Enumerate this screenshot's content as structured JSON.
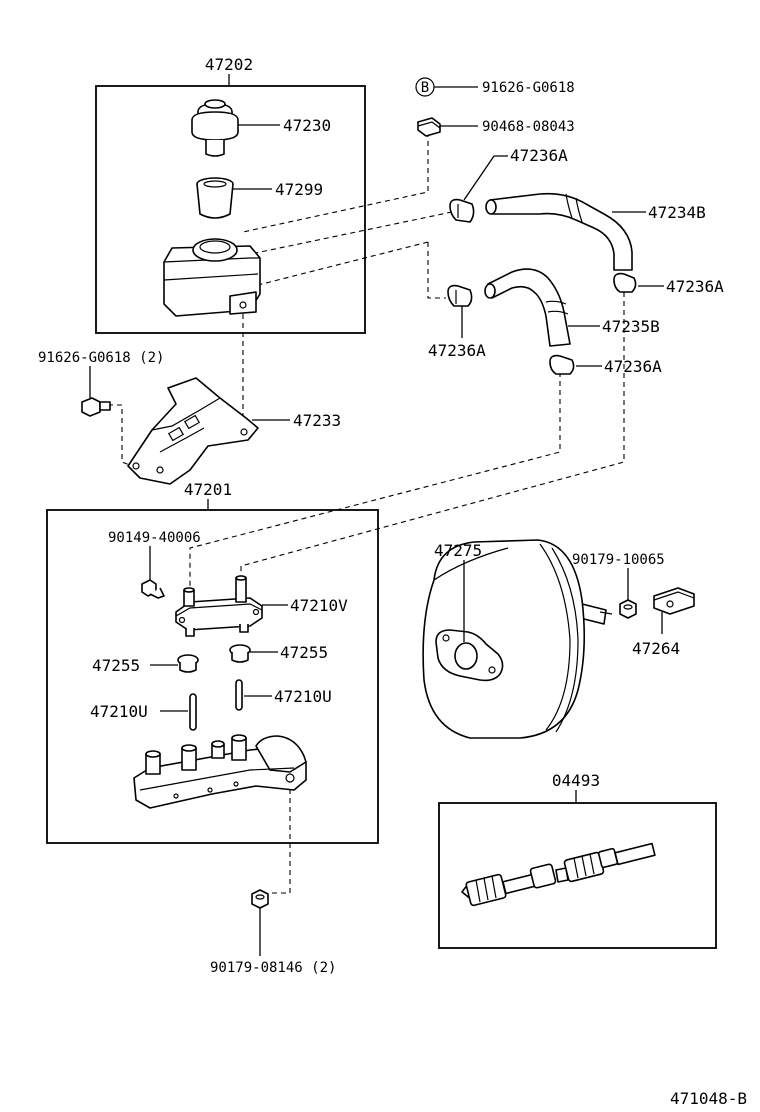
{
  "diagram_code": "471048-B",
  "groups": {
    "reservoir_assembly": "47202",
    "master_cylinder_assembly": "47201",
    "repair_kit": "04493"
  },
  "callouts": {
    "bolt_marker_letter": "B",
    "bolt_b": "91626-G0618",
    "clip_nut": "90468-08043",
    "reservoir_cap": "47230",
    "strainer": "47299",
    "clamp_upper": "47236A",
    "hose_upper": "47234B",
    "clamp_right": "47236A",
    "clamp_middle": "47236A",
    "hose_lower": "47235B",
    "clamp_lower": "47236A",
    "bolt_left": "91626-G0618 (2)",
    "bracket": "47233",
    "screw": "90149-40006",
    "union_plate": "47210V",
    "grommet_left": "47255",
    "grommet_right": "47255",
    "pin_left": "47210U",
    "pin_right": "47210U",
    "booster": "47275",
    "booster_nut": "90179-10065",
    "clevis": "47264",
    "mc_nut": "90179-08146 (2)"
  }
}
